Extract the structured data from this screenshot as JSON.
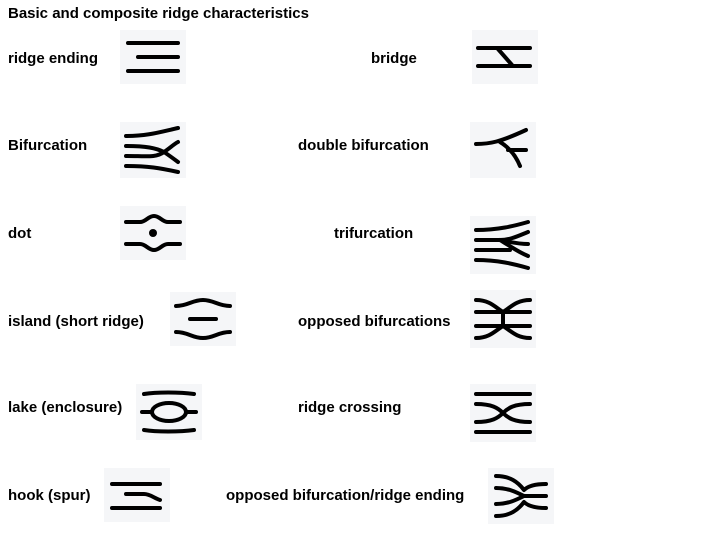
{
  "title": "Basic and composite ridge characteristics",
  "items": [
    {
      "label": "ridge ending"
    },
    {
      "label": "bridge"
    },
    {
      "label": "Bifurcation"
    },
    {
      "label": "double bifurcation"
    },
    {
      "label": "dot"
    },
    {
      "label": "trifurcation"
    },
    {
      "label": "island (short ridge)"
    },
    {
      "label": "opposed bifurcations"
    },
    {
      "label": "lake (enclosure)"
    },
    {
      "label": "ridge crossing"
    },
    {
      "label": "hook (spur)"
    },
    {
      "label": "opposed bifurcation/ridge ending"
    }
  ]
}
